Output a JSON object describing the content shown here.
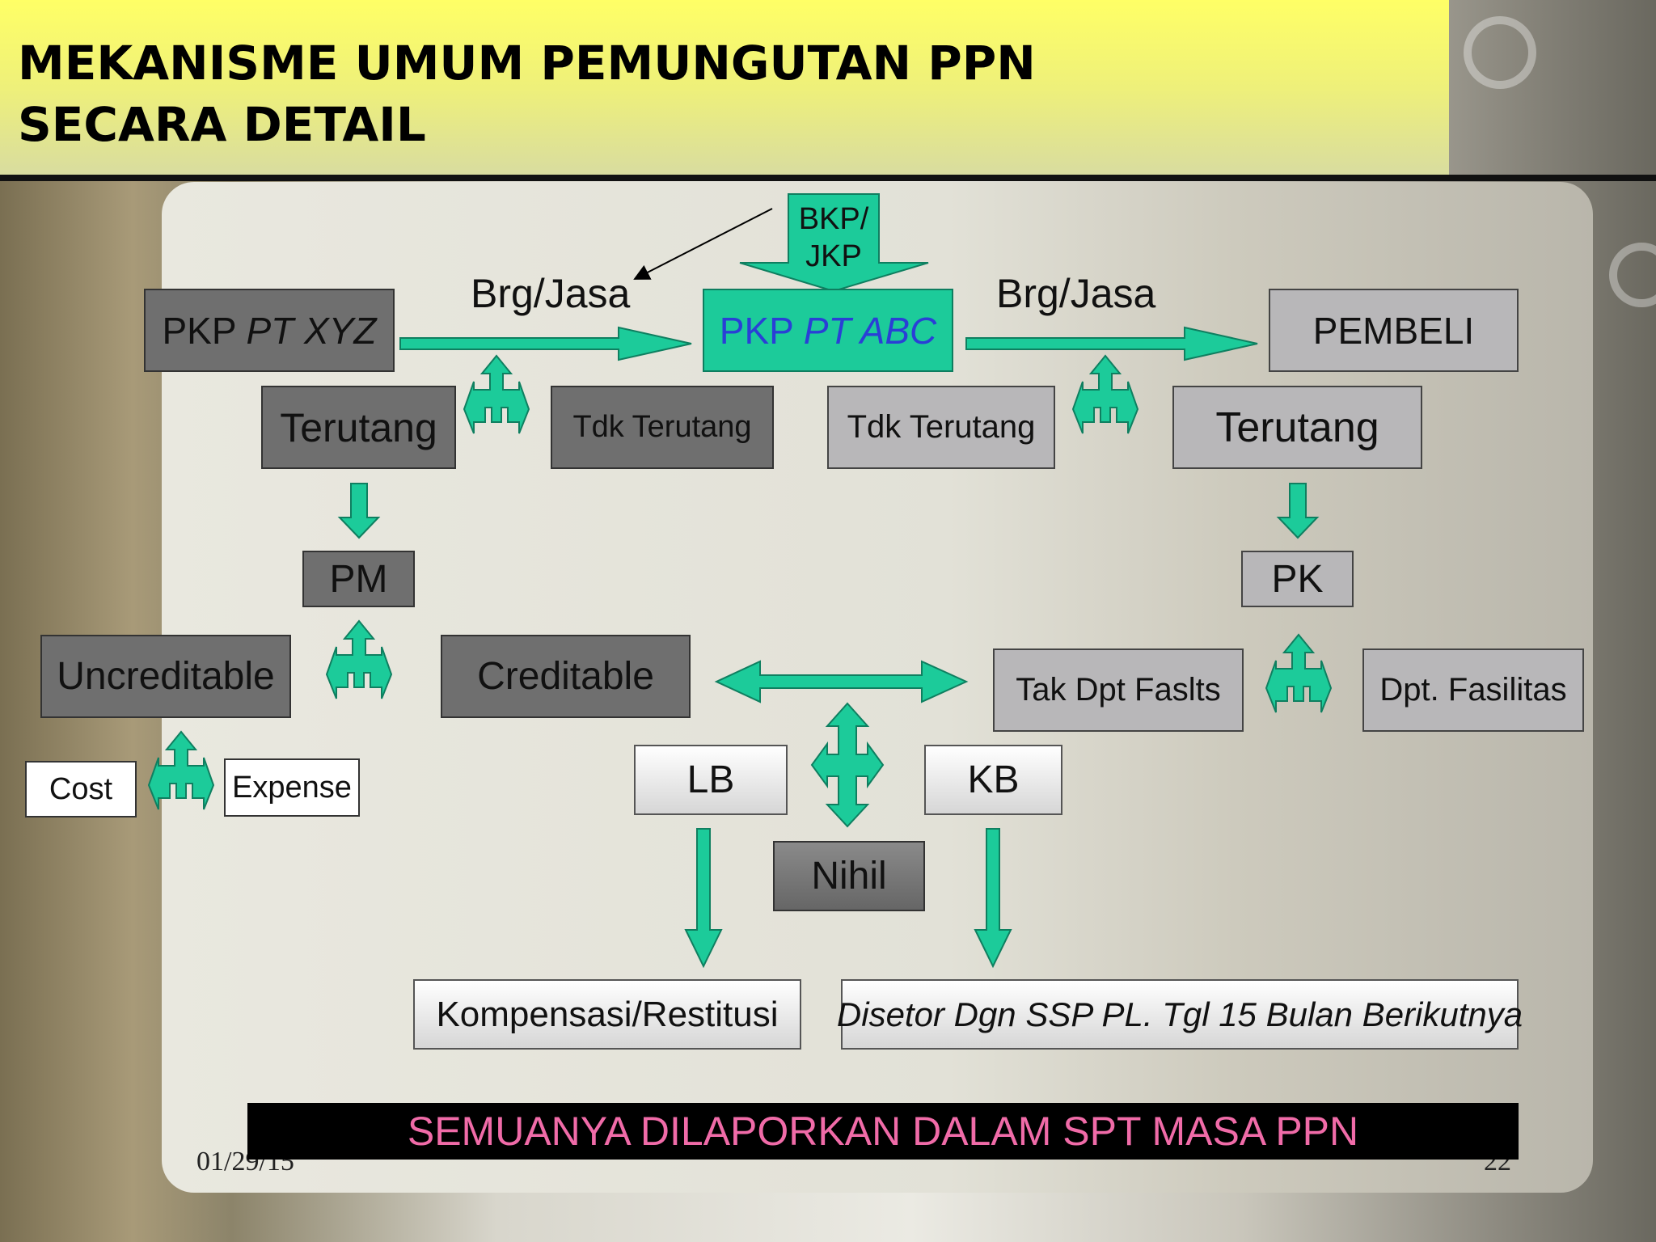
{
  "slide": {
    "title_line1": "MEKANISME UMUM PEMUNGUTAN PPN",
    "title_line2": "SECARA DETAIL",
    "date": "01/29/15",
    "page_number": "22"
  },
  "diagram": {
    "bkp_line1": "BKP/",
    "bkp_line2": "JKP",
    "brg_jasa_left": "Brg/Jasa",
    "brg_jasa_right": "Brg/Jasa",
    "pkp_xyz_prefix": "PKP ",
    "pkp_xyz_name": "PT XYZ",
    "pkp_abc_prefix": "PKP ",
    "pkp_abc_name": "PT ABC",
    "pembeli": "PEMBELI",
    "terutang_left": "Terutang",
    "tdk_terutang_left": "Tdk Terutang",
    "tdk_terutang_right": "Tdk Terutang",
    "terutang_right": "Terutang",
    "pm": "PM",
    "pk": "PK",
    "uncreditable": "Uncreditable",
    "creditable": "Creditable",
    "tak_dpt_faslts": "Tak Dpt Faslts",
    "dpt_fasilitas": "Dpt. Fasilitas",
    "cost": "Cost",
    "expense": "Expense",
    "lb": "LB",
    "kb": "KB",
    "nihil": "Nihil",
    "kompensasi": "Kompensasi/Restitusi",
    "disetor": "Disetor Dgn SSP PL. Tgl 15 Bulan Berikutnya",
    "banner": "SEMUANYA DILAPORKAN DALAM SPT MASA PPN"
  },
  "colors": {
    "accent_teal": "#1ccb9a",
    "header_yellow": "#ffff66",
    "banner_text_pink": "#f06ba8",
    "pkp_abc_text_blue": "#2a3fd6"
  }
}
